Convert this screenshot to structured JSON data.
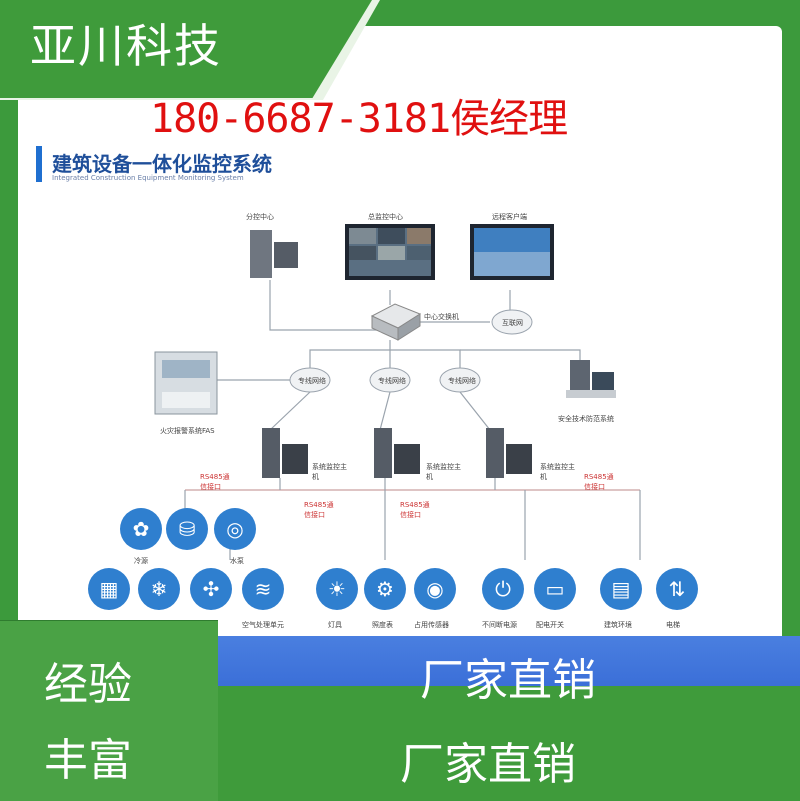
{
  "brand": "亚川科技",
  "contact": "180-6687-3181侯经理",
  "diagram": {
    "title": "建筑设备一体化监控系统",
    "subtitle": "Integrated Construction Equipment Monitoring System",
    "nodes": {
      "branch_center": "分控中心",
      "main_center": "总监控中心",
      "remote_client": "远程客户端",
      "core_switch": "中心交换机",
      "internet": "互联网",
      "fire_alarm": "火灾报警系统FAS",
      "security": "安全技术防范系统",
      "cloud_a": "专线网络",
      "cloud_b": "专线网络",
      "cloud_c": "专线网络",
      "host_a": "系统监控主机",
      "host_b": "系统监控主机",
      "host_c": "系统监控主机"
    },
    "bus_labels": [
      "RS485通信接口",
      "RS485通信接口",
      "RS485通信接口",
      "RS485通信接口"
    ],
    "icons_top": [
      {
        "icon": "fan-icon",
        "label": "冷源"
      },
      {
        "icon": "tank-icon",
        "label": ""
      },
      {
        "icon": "pump-icon",
        "label": "水泵"
      }
    ],
    "icons_bottom": [
      {
        "icon": "building-icon",
        "label": ""
      },
      {
        "icon": "snowflake-icon",
        "label": ""
      },
      {
        "icon": "fan-blade-icon",
        "label": ""
      },
      {
        "icon": "wind-icon",
        "label": "空气处理单元"
      },
      {
        "icon": "bulb-icon",
        "label": "灯具"
      },
      {
        "icon": "gear-shield-icon",
        "label": "照度表"
      },
      {
        "icon": "signal-icon",
        "label": "占用传感器"
      },
      {
        "icon": "power-icon",
        "label": "不间断电源"
      },
      {
        "icon": "meter-icon",
        "label": "配电开关"
      },
      {
        "icon": "monitor-icon",
        "label": "建筑环境"
      },
      {
        "icon": "elevator-icon",
        "label": "电梯"
      }
    ]
  },
  "left_slogan": [
    "经验",
    "丰富"
  ],
  "banner_slogan": "厂家直销",
  "bottom_slogan": "厂家直销",
  "colors": {
    "green": "#3f9b3b",
    "blue": "#3b6fd8",
    "red": "#e01010",
    "icon_blue": "#2f7fcf"
  }
}
